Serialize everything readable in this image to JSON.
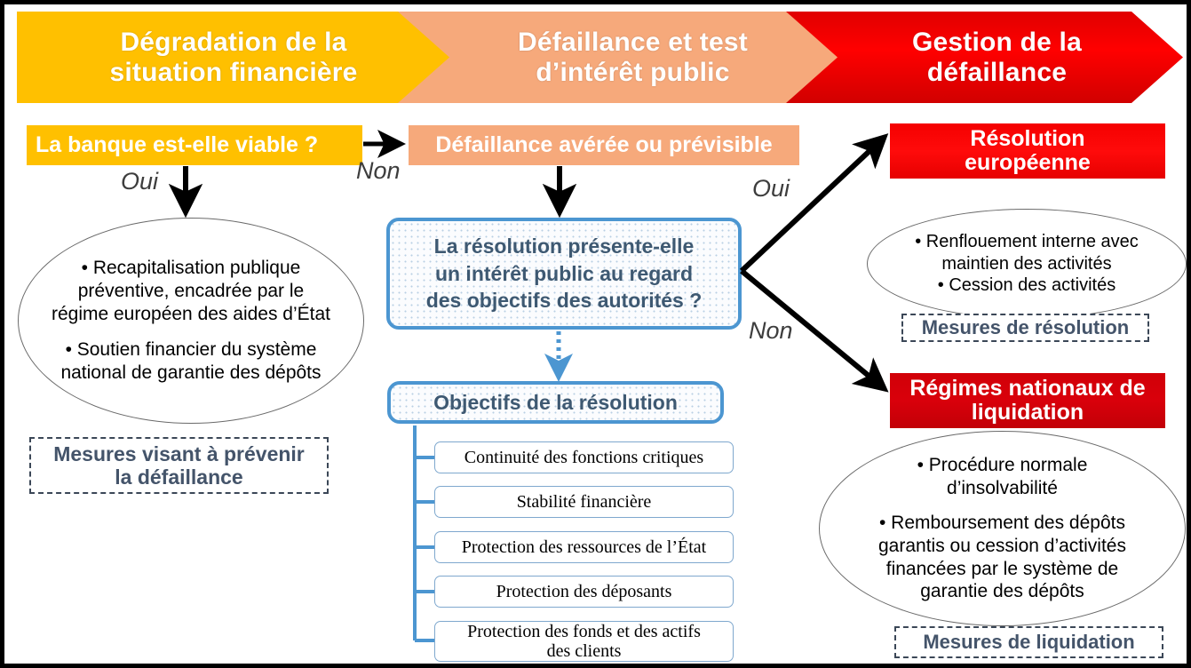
{
  "banner": {
    "segments": [
      {
        "id": "phase-1",
        "text": "Dégradation de la\nsituation financière",
        "color": "#FFC000"
      },
      {
        "id": "phase-2",
        "text": "Défaillance et test\nd’intérêt public",
        "color": "#F6A97B"
      },
      {
        "id": "phase-3",
        "text": "Gestion de la\ndéfaillance",
        "color": "#FF0000"
      }
    ]
  },
  "left_column": {
    "question": "La banque est-elle viable ?",
    "branch_label": "Oui",
    "outcome_bullets": [
      "• Recapitalisation publique préventive, encadrée par le régime européen des aides d’État",
      "• Soutien financier du système national de garantie des dépôts"
    ],
    "outcome_lines": [
      "• Recapitalisation publique",
      "préventive, encadrée par le",
      "régime européen des aides d’État",
      "• Soutien financier du système",
      "national de garantie des dépôts"
    ],
    "measure": "Mesures visant à prévenir la défaillance",
    "measure_lines": [
      "Mesures visant à prévenir",
      "la défaillance"
    ]
  },
  "center_column": {
    "no_label_top": "Non",
    "failure_box": "Défaillance avérée ou prévisible",
    "decision": "La résolution présente-elle un intérêt public au regard des objectifs des autorités ?",
    "decision_lines": [
      "La résolution présente-elle",
      "un intérêt public au regard",
      "des objectifs des autorités ?"
    ],
    "objectives_title": "Objectifs de la résolution",
    "objectives": [
      "Continuité des fonctions critiques",
      "Stabilité financière",
      "Protection des ressources de l’État",
      "Protection des déposants",
      "Protection des fonds et des actifs des clients"
    ],
    "objectives_last_lines": [
      "Protection des fonds et des actifs",
      "des clients"
    ]
  },
  "right_column": {
    "yes_label": "Oui",
    "no_label": "Non",
    "resolution": {
      "title": "Résolution européenne",
      "title_lines": [
        "Résolution",
        "européenne"
      ],
      "bullets": [
        "• Renflouement interne avec maintien des activités",
        "• Cession des activités"
      ],
      "bullet_lines": [
        "• Renflouement interne avec",
        "maintien des activités",
        "• Cession des activités"
      ],
      "measure": "Mesures de résolution"
    },
    "liquidation": {
      "title": "Régimes nationaux de liquidation",
      "title_lines": [
        "Régimes nationaux de",
        "liquidation"
      ],
      "bullets": [
        "• Procédure normale d’insolvabilité",
        "• Remboursement des dépôts garantis ou cession d’activités financées par le système de garantie des dépôts"
      ],
      "bullet_lines_1": [
        "• Procédure normale",
        "d’insolvabilité"
      ],
      "bullet_lines_2": [
        "• Remboursement des dépôts",
        "garantis ou cession d’activités",
        "financées par le système de",
        "garantie des dépôts"
      ],
      "measure": "Mesures de liquidation"
    }
  },
  "colors": {
    "phase1": "#FFC000",
    "phase2": "#F6A97B",
    "phase3": "#FF0000",
    "dark_red": "#D1000B",
    "blue_border": "#4C96D1",
    "measure_text": "#44546A",
    "frame": "#000000"
  }
}
